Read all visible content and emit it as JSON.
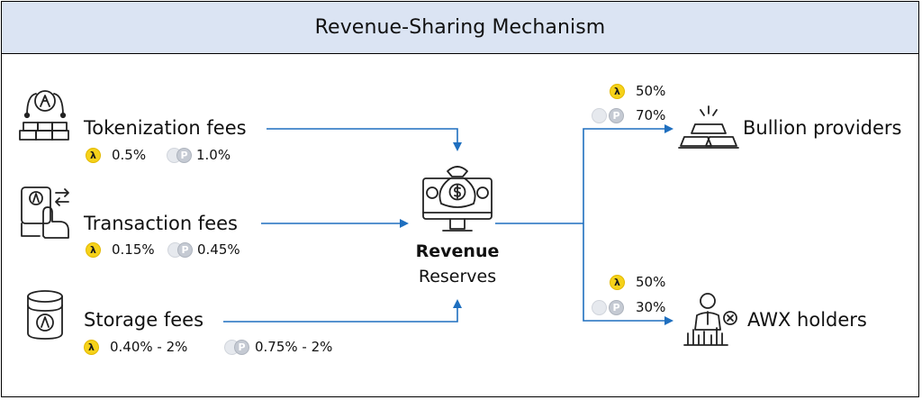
{
  "title": "Revenue-Sharing Mechanism",
  "fees": {
    "tokenization": {
      "label": "Tokenization fees",
      "lambda_rate": "0.5%",
      "p_rate": "1.0%"
    },
    "transaction": {
      "label": "Transaction fees",
      "lambda_rate": "0.15%",
      "p_rate": "0.45%"
    },
    "storage": {
      "label": "Storage fees",
      "lambda_rate": "0.40% - 2%",
      "p_rate": "0.75% - 2%"
    }
  },
  "center": {
    "line1": "Revenue",
    "line2": "Reserves"
  },
  "destinations": {
    "bullion": {
      "label": "Bullion providers",
      "lambda_pct": "50%",
      "p_pct": "70%"
    },
    "awx": {
      "label": "AWX holders",
      "lambda_pct": "50%",
      "p_pct": "30%"
    }
  },
  "coins": {
    "lambda_symbol": "λ",
    "p_symbol": "P"
  },
  "colors": {
    "arrow": "#1f6fbf",
    "title_bg": "#dbe4f3",
    "lambda_coin": "#f6d21a",
    "p_coin": "#c5cad3"
  }
}
